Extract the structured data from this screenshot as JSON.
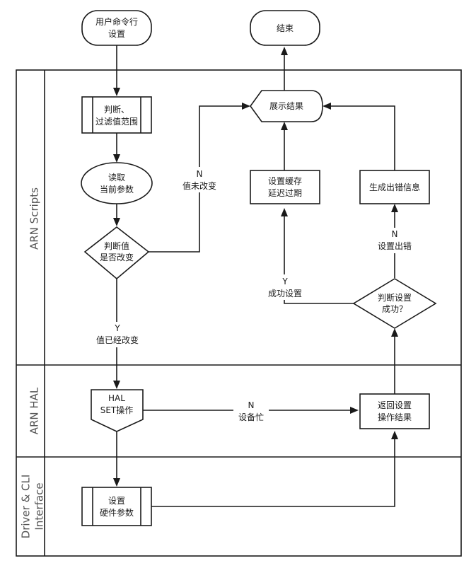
{
  "lanes": {
    "scripts": "ARN Scripts",
    "hal": "ARN HAL",
    "driver_line1": "Driver & CLI",
    "driver_line2": "Interface"
  },
  "nodes": {
    "start": {
      "line1": "用户命令行",
      "line2": "设置"
    },
    "end": {
      "line1": "结束"
    },
    "filter": {
      "line1": "判断、",
      "line2": "过滤值范围"
    },
    "read": {
      "line1": "读取",
      "line2": "当前参数"
    },
    "judge_change": {
      "line1": "判断值",
      "line2": "是否改变"
    },
    "show": {
      "line1": "展示结果"
    },
    "cache": {
      "line1": "设置缓存",
      "line2": "延迟过期"
    },
    "error_info": {
      "line1": "生成出错信息"
    },
    "judge_success": {
      "line1": "判断设置",
      "line2": "成功？"
    },
    "hal_set": {
      "line1": "HAL",
      "line2": "SET操作"
    },
    "return_result": {
      "line1": "返回设置",
      "line2": "操作结果"
    },
    "set_hw": {
      "line1": "设置",
      "line2": "硬件参数"
    }
  },
  "edges": {
    "unchanged": {
      "line1": "N",
      "line2": "值未改变"
    },
    "changed": {
      "line1": "Y",
      "line2": "值已经改变"
    },
    "success": {
      "line1": "Y",
      "line2": "成功设置"
    },
    "fail": {
      "line1": "N",
      "line2": "设置出错"
    },
    "busy": {
      "line1": "N",
      "line2": "设备忙"
    }
  }
}
